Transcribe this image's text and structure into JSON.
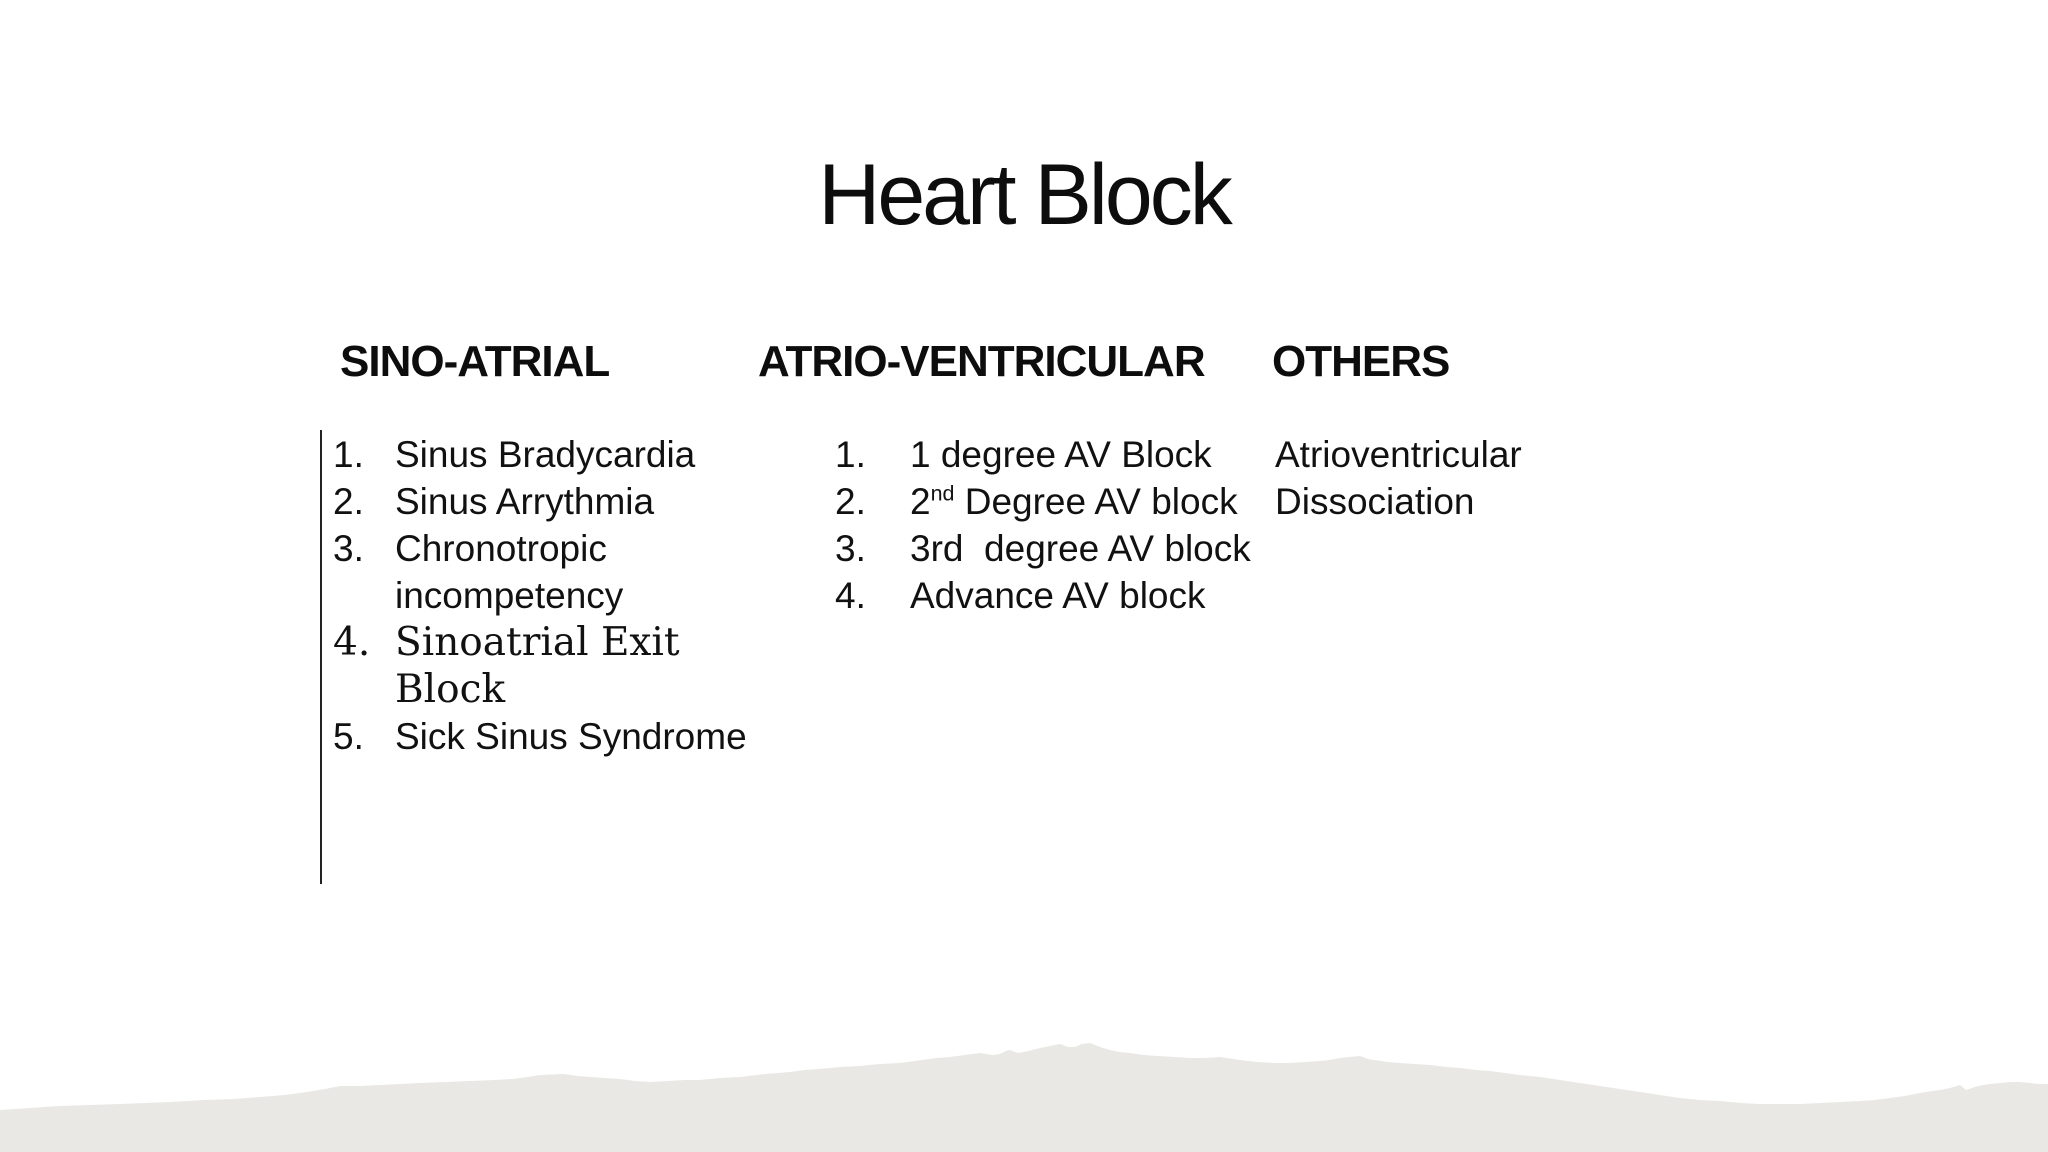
{
  "slide": {
    "title": "Heart Block"
  },
  "columns": [
    {
      "header": "SINO-ATRIAL",
      "items": [
        {
          "number": "1.",
          "text": "Sinus Bradycardia"
        },
        {
          "number": "2.",
          "text": "Sinus Arrythmia"
        },
        {
          "number": "3.",
          "text": "Chronotropic incompetency"
        },
        {
          "number": "4.",
          "text": "Sinoatrial Exit Block"
        },
        {
          "number": "5.",
          "text": "Sick Sinus Syndrome"
        }
      ]
    },
    {
      "header": "ATRIO-VENTRICULAR",
      "items": [
        {
          "number": "1.",
          "text": "1 degree AV Block"
        },
        {
          "number": "2.",
          "pre": "2",
          "sup": "nd",
          "post": " Degree AV block"
        },
        {
          "number": "3.",
          "text": "3rd  degree AV block"
        },
        {
          "number": "4.",
          "text": "Advance AV block"
        }
      ]
    },
    {
      "header": "OTHERS",
      "items": [
        {
          "text": "Atrioventricular Dissociation"
        }
      ]
    }
  ],
  "colors": {
    "background": "#ffffff",
    "text": "#111111",
    "title_text": "#0d0d0d",
    "divider_line": "#222222",
    "footer_silhouette": "#e9e8e5"
  }
}
